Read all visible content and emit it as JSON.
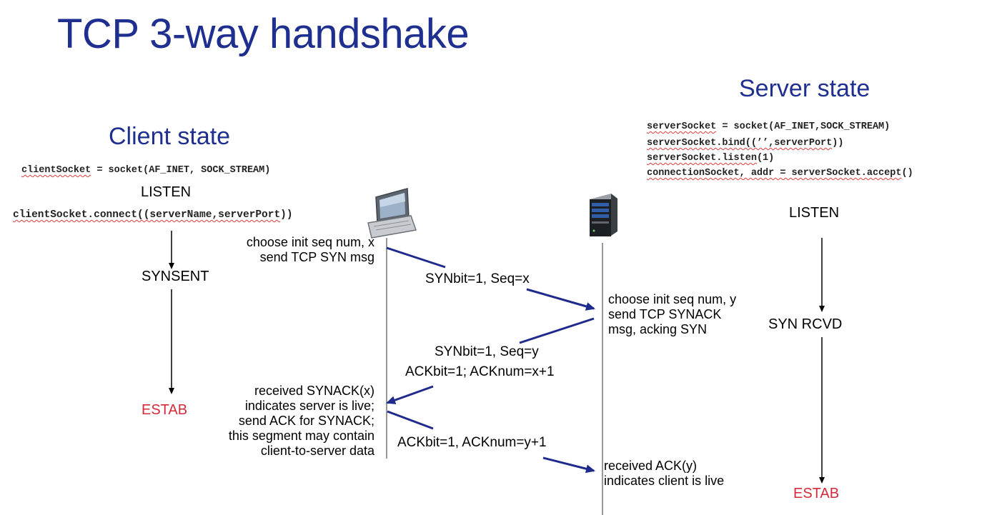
{
  "title": "TCP 3-way handshake",
  "client": {
    "heading": "Client state",
    "socket_code_prefix": "clientSocket",
    "socket_code_rest": " = socket(AF_INET, SOCK_STREAM)",
    "connect_code_prefix": "clientSocket.connect((serverName,serverPort",
    "connect_code_rest": "))",
    "states": [
      "LISTEN",
      "SYNSENT",
      "ESTAB"
    ]
  },
  "server": {
    "heading": "Server state",
    "code_lines": [
      {
        "prefix": "serverSocket",
        "rest": " = socket(AF_INET,SOCK_STREAM)"
      },
      {
        "prefix": "serverSocket.bind((’’,serverPort",
        "rest": "))"
      },
      {
        "prefix": "serverSocket.listen",
        "rest": "(1)"
      },
      {
        "prefix": "connectionSocket, addr = serverSocket.accept",
        "rest": "()"
      }
    ],
    "states": [
      "LISTEN",
      "SYN RCVD",
      "ESTAB"
    ]
  },
  "notes": {
    "client_syn": [
      "choose init seq num, x",
      "send TCP SYN msg"
    ],
    "server_synack": [
      "choose init seq num, y",
      "send TCP SYNACK",
      "msg, acking SYN"
    ],
    "client_ack": [
      "received SYNACK(x)",
      "indicates server is live;",
      "send ACK for SYNACK;",
      "this segment may contain",
      "client-to-server data"
    ],
    "server_ack": [
      "received ACK(y)",
      "indicates client is live"
    ]
  },
  "messages": {
    "syn": "SYNbit=1, Seq=x",
    "synack_1": "SYNbit=1, Seq=y",
    "synack_2": "ACKbit=1; ACKnum=x+1",
    "ack": "ACKbit=1, ACKnum=y+1"
  },
  "icons": {
    "client": "laptop-computer-icon",
    "server": "server-tower-icon"
  },
  "colors": {
    "title": "#1f2f8f",
    "arrow": "#1e2a8c",
    "estab": "#d42a3a"
  }
}
